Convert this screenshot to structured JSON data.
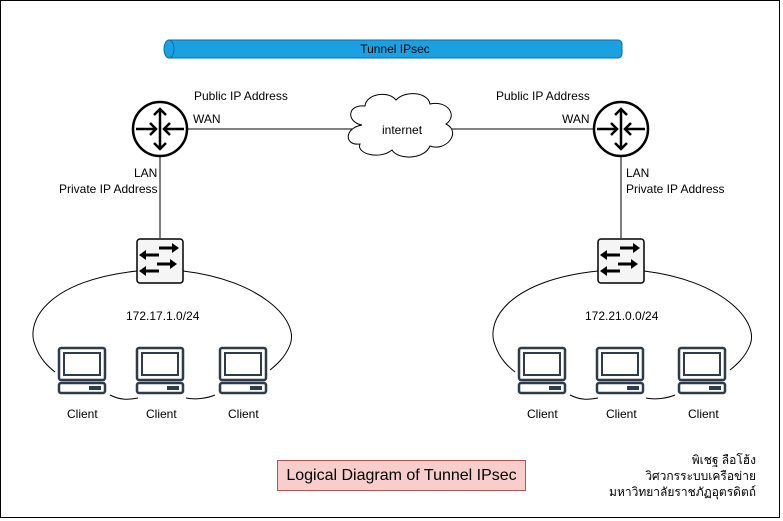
{
  "tunnel": {
    "label": "Tunnel IPsec",
    "color": "#1ba1e2",
    "stroke": "#006eaf"
  },
  "cloud": {
    "label": "internet"
  },
  "sites": [
    {
      "router": {
        "public_label": "Public IP Address",
        "wan_label": "WAN",
        "lan_label": "LAN",
        "private_label": "Private IP Address"
      },
      "subnet": "172.17.1.0/24",
      "clients": [
        "Client",
        "Client",
        "Client"
      ]
    },
    {
      "router": {
        "public_label": "Public IP Address",
        "wan_label": "WAN",
        "lan_label": "LAN",
        "private_label": "Private IP Address"
      },
      "subnet": "172.21.0.0/24",
      "clients": [
        "Client",
        "Client",
        "Client"
      ]
    }
  ],
  "title": {
    "text": "Logical Diagram of Tunnel IPsec",
    "fill": "#f8cecc",
    "stroke": "#b85450"
  },
  "author": {
    "lines": [
      "พิเชฐ ลือโฮ้ง",
      "วิศวกรระบบเครือข่าย",
      "มหาวิทยาลัยราชภัฏอุตรดิตถ์"
    ]
  }
}
